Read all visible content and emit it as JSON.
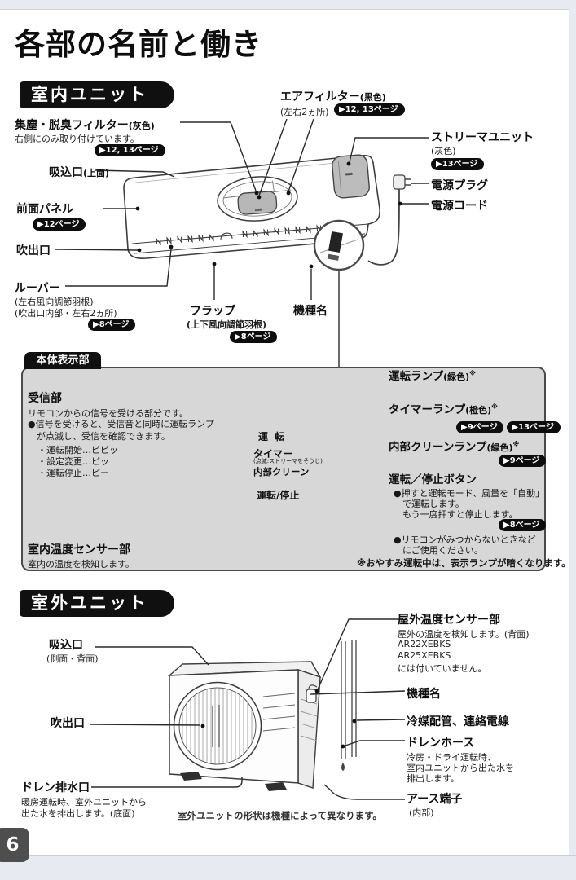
{
  "page": {
    "title": "各部の名前と働き",
    "page_number": "6"
  },
  "indoor": {
    "header": "室内ユニット",
    "labels": {
      "dust_filter": {
        "name": "集塵・脱臭フィルター",
        "color": "(灰色)",
        "desc": "右側にのみ取り付けています。",
        "badge": "▶12, 13ページ"
      },
      "air_filter": {
        "name": "エアフィルター",
        "color": "(黒色)",
        "sub": "(左右2ヵ所)",
        "badge": "▶12, 13ページ"
      },
      "streamer": {
        "name": "ストリーマユニット",
        "color": "(灰色)",
        "badge": "▶13ページ"
      },
      "power_plug": {
        "name": "電源プラグ"
      },
      "power_cord": {
        "name": "電源コード"
      },
      "inlet": {
        "name": "吸込口",
        "note": "(上面)"
      },
      "front_panel": {
        "name": "前面パネル",
        "badge": "▶12ページ"
      },
      "outlet": {
        "name": "吹出口"
      },
      "louver": {
        "name": "ルーバー",
        "sub1": "(左右風向調節羽根)",
        "sub2": "(吹出口内部・左右2ヵ所)",
        "badge": "▶8ページ"
      },
      "flap": {
        "name": "フラップ",
        "sub": "(上下風向調節羽根)",
        "badge": "▶8ページ"
      },
      "model": {
        "name": "機種名"
      }
    }
  },
  "display": {
    "header": "本体表示部",
    "receiver": {
      "name": "受信部",
      "desc": "リモコンからの信号を受ける部分です。",
      "bullet": "●信号を受けると、受信音と同時に運転ランプが点滅し、受信を確認できます。",
      "item1": "・運転開始…ピピッ",
      "item2": "・設定変更…ピッ",
      "item3": "・運転停止…ピー"
    },
    "room_sensor": {
      "name": "室内温度センサー部",
      "desc": "室内の温度を検知します。"
    },
    "panel": {
      "run": "運 転",
      "timer": "タイマー",
      "timer_note": "(点滅:ストリーマをそうじ)",
      "clean": "内部クリーン",
      "onoff": "運転/停止"
    },
    "run_lamp": {
      "name": "運転ランプ",
      "color": "(緑色)",
      "mark": "※"
    },
    "timer_lamp": {
      "name": "タイマーランプ",
      "color": "(橙色)",
      "mark": "※",
      "badge1": "▶9ページ",
      "badge2": "▶13ページ"
    },
    "clean_lamp": {
      "name": "内部クリーンランプ",
      "color": "(緑色)",
      "mark": "※",
      "badge": "▶9ページ"
    },
    "onoff_button": {
      "name": "運転／停止ボタン",
      "b1a": "●押すと運転モード、風量を「自動」",
      "b1b": "で運転します。",
      "b1c": "もう一度押すと停止します。",
      "badge": "▶8ページ",
      "b2a": "●リモコンがみつからないときなど",
      "b2b": "にご使用ください。"
    },
    "note": "※おやすみ運転中は、表示ランプが暗くなります。"
  },
  "outdoor": {
    "header": "室外ユニット",
    "labels": {
      "inlet": {
        "name": "吸込口",
        "note": "(側面・背面)"
      },
      "outlet": {
        "name": "吹出口"
      },
      "drain_outlet": {
        "name": "ドレン排水口",
        "desc1": "暖房運転時、室外ユニットから",
        "desc2": "出た水を排出します。(底面)"
      },
      "sensor": {
        "name": "屋外温度センサー部",
        "desc1": "屋外の温度を検知します。(背面)",
        "desc2": "AR22XEBKS",
        "desc3": "AR25XEBKS",
        "desc4": "には付いていません。"
      },
      "model": {
        "name": "機種名"
      },
      "pipes": {
        "name": "冷媒配管、連絡電線"
      },
      "drain_hose": {
        "name": "ドレンホース",
        "desc1": "冷房・ドライ運転時、",
        "desc2": "室内ユニットから出た水を",
        "desc3": "排出します。"
      },
      "earth": {
        "name": "アース端子",
        "note": "(内部)"
      }
    },
    "caption": "室外ユニットの形状は機種によって異なります。"
  },
  "colors": {
    "badge_bg": "#0d0d0d",
    "box_bg": "#d7d7d7",
    "header_bg": "#101010",
    "page_bg": "#ffffff",
    "margin_bg": "#e7ebf1",
    "pagetab_bg": "#4e4e4e"
  }
}
